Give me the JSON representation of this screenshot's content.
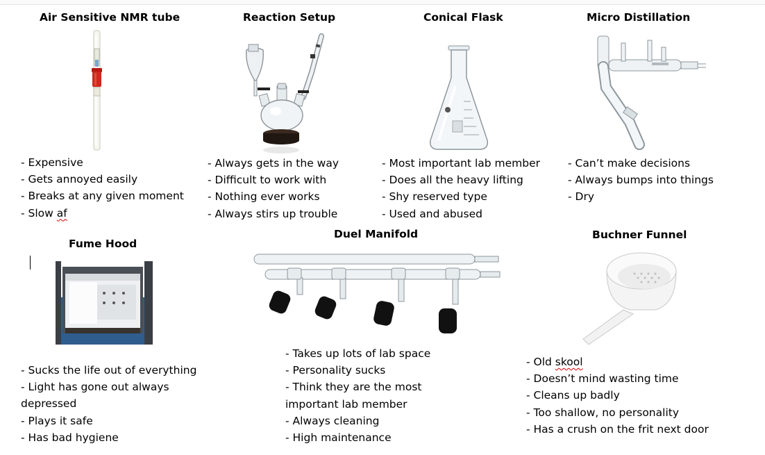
{
  "cards": {
    "nmr": {
      "title": "Air Sensitive NMR tube",
      "icon": "nmr-tube-icon",
      "traits": [
        "- Expensive",
        "- Gets annoyed easily",
        "- Breaks at any given moment"
      ],
      "last_trait_prefix": "- Slow ",
      "last_trait_marked": "af"
    },
    "reaction": {
      "title": "Reaction Setup",
      "icon": "reaction-setup-icon",
      "traits": [
        "- Always gets in the way",
        "- Difficult to work with",
        "- Nothing ever works",
        "- Always stirs up trouble"
      ]
    },
    "conical": {
      "title": "Conical Flask",
      "icon": "conical-flask-icon",
      "traits": [
        "- Most important lab member",
        "- Does all the heavy lifting",
        "- Shy reserved type",
        "- Used and abused"
      ]
    },
    "micro": {
      "title": "Micro Distillation",
      "icon": "micro-distillation-icon",
      "traits": [
        "- Can’t make decisions",
        "- Always bumps into things",
        "- Dry"
      ]
    },
    "fume": {
      "title": "Fume Hood",
      "icon": "fume-hood-icon",
      "traits": [
        "- Sucks the life out of everything",
        "- Light has gone out always depressed",
        "- Plays it safe",
        "- Has bad hygiene"
      ]
    },
    "manifold": {
      "title": "Duel Manifold",
      "icon": "dual-manifold-icon",
      "traits": [
        "- Takes up lots of lab space",
        "- Personality sucks",
        "- Think they are the most important lab member",
        "- Always cleaning",
        "- High maintenance"
      ]
    },
    "buchner": {
      "title": "Buchner Funnel",
      "icon": "buchner-funnel-icon",
      "first_trait_prefix": "- Old ",
      "first_trait_marked": "skool",
      "traits": [
        "- Doesn’t mind wasting time",
        "- Cleans up badly",
        "- Too shallow, no personality",
        "- Has a crush on the frit next door"
      ]
    }
  }
}
